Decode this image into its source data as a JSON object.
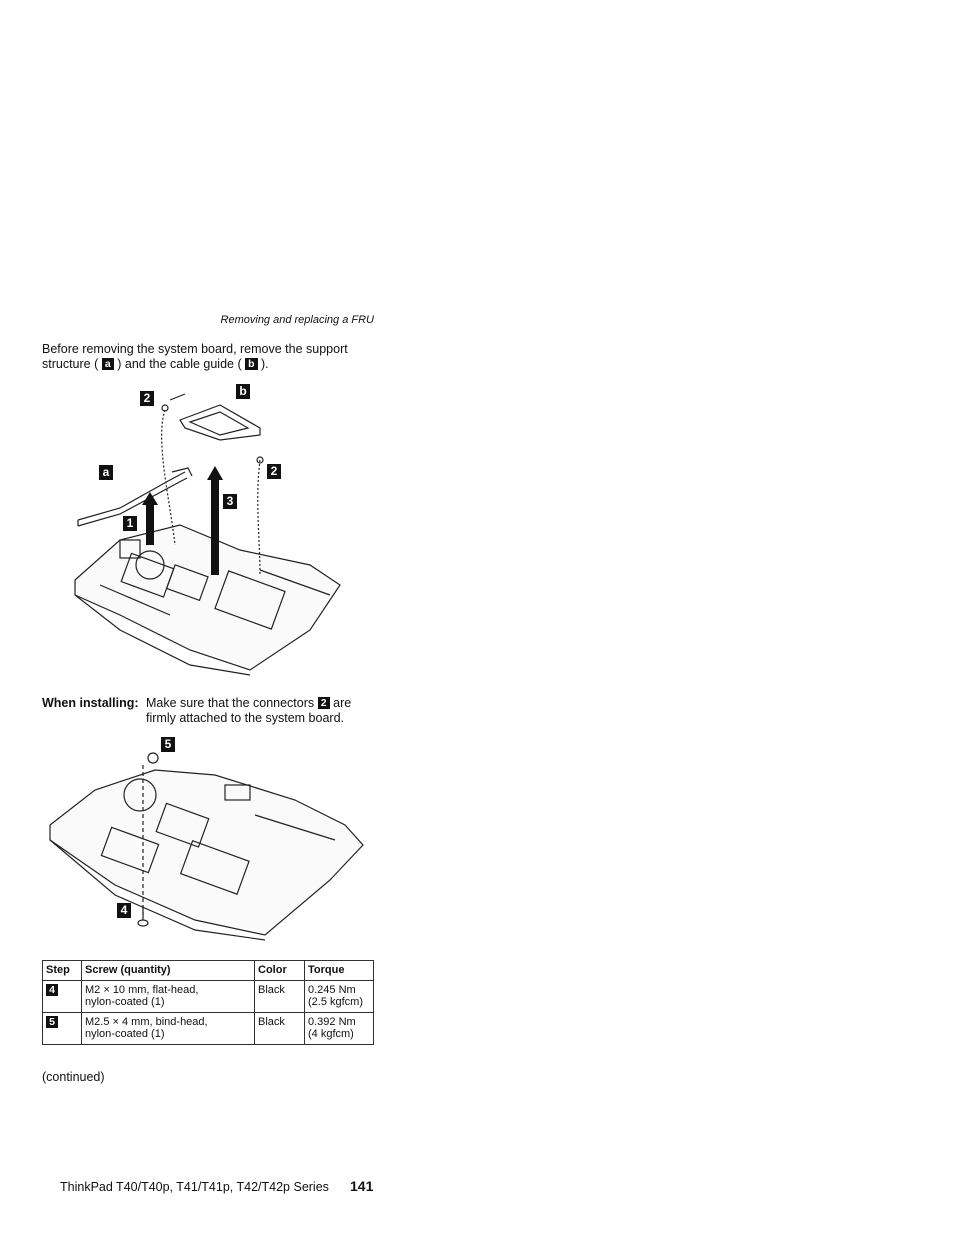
{
  "header": {
    "running_title": "Removing and replacing a FRU"
  },
  "intro": {
    "part1": "Before removing the system board, remove the support structure (",
    "badge_a": "a",
    "part2": ") and the cable guide (",
    "badge_b": "b",
    "part3": ")."
  },
  "figure1": {
    "callouts": {
      "c1": "1",
      "c2a": "2",
      "c2b": "2",
      "c3": "3",
      "ca": "a",
      "cb": "b"
    }
  },
  "install_note": {
    "label": "When installing:",
    "text_before": "Make sure that the connectors",
    "badge": "2",
    "text_after": "are firmly attached to the system board."
  },
  "figure2": {
    "callouts": {
      "c4": "4",
      "c5": "5"
    }
  },
  "screw_table": {
    "headers": [
      "Step",
      "Screw (quantity)",
      "Color",
      "Torque"
    ],
    "rows": [
      {
        "step": "4",
        "screw_line1": "M2 × 10 mm, flat-head,",
        "screw_line2": "nylon-coated (1)",
        "color": "Black",
        "torque_line1": "0.245 Nm",
        "torque_line2": "(2.5 kgfcm)"
      },
      {
        "step": "5",
        "screw_line1": "M2.5 × 4 mm, bind-head,",
        "screw_line2": "nylon-coated (1)",
        "color": "Black",
        "torque_line1": "0.392 Nm",
        "torque_line2": "(4 kgfcm)"
      }
    ]
  },
  "continued": "(continued)",
  "footer": {
    "series": "ThinkPad T40/T40p, T41/T41p, T42/T42p Series",
    "page_number": "141"
  }
}
